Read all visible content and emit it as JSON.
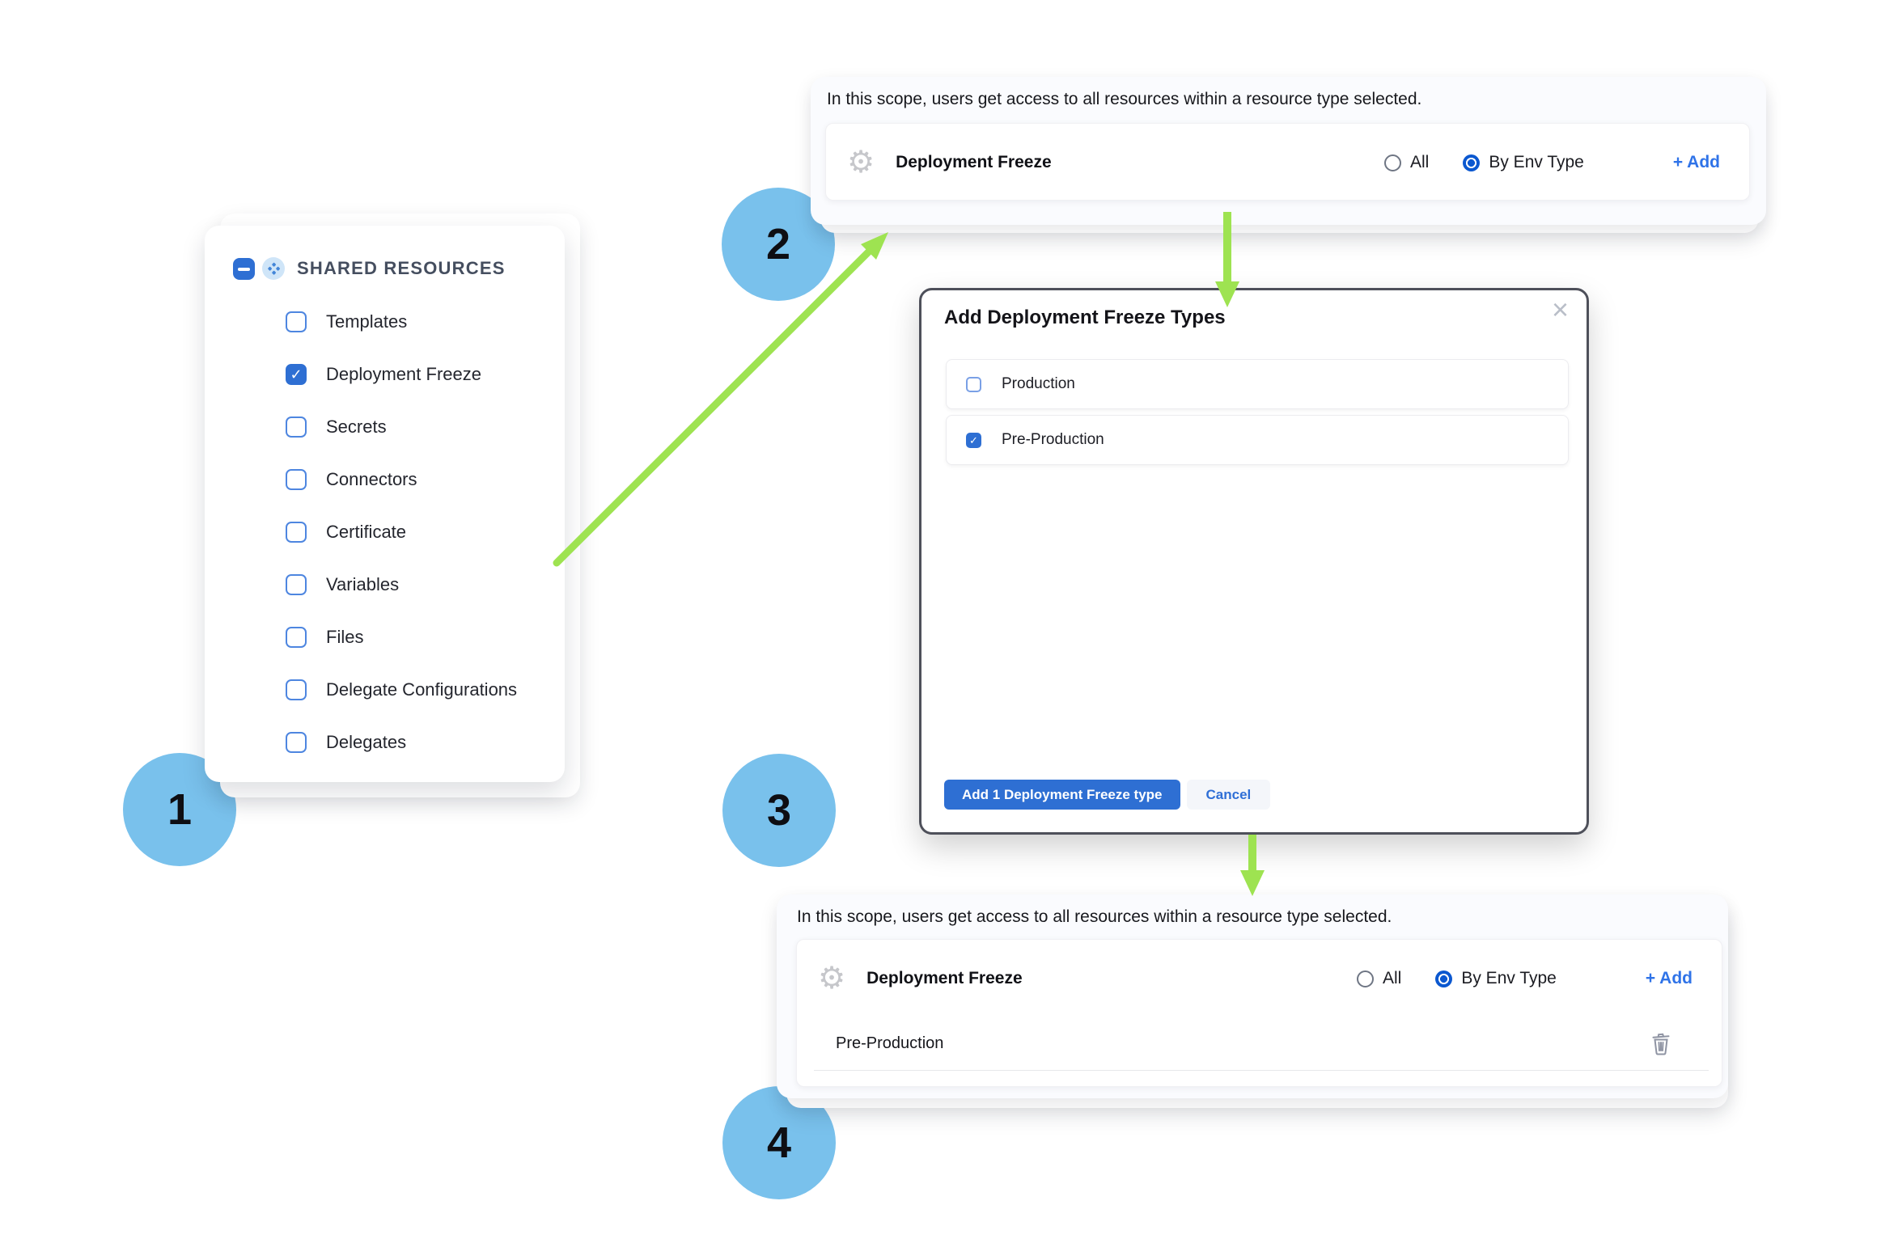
{
  "steps": [
    "1",
    "2",
    "3",
    "4"
  ],
  "resources_panel": {
    "header_label": "SHARED RESOURCES",
    "items": [
      {
        "label": "Templates",
        "checked": false
      },
      {
        "label": "Deployment Freeze",
        "checked": true
      },
      {
        "label": "Secrets",
        "checked": false
      },
      {
        "label": "Connectors",
        "checked": false
      },
      {
        "label": "Certificate",
        "checked": false
      },
      {
        "label": "Variables",
        "checked": false
      },
      {
        "label": "Files",
        "checked": false
      },
      {
        "label": "Delegate Configurations",
        "checked": false
      },
      {
        "label": "Delegates",
        "checked": false
      }
    ]
  },
  "scope_panel": {
    "description": "In this scope, users get access to all resources within a resource type selected.",
    "resource_row": {
      "title": "Deployment Freeze",
      "radio_all_label": "All",
      "radio_by_env_label": "By Env Type",
      "selected_option": "By Env Type",
      "add_label": "+ Add"
    },
    "selected_env_row": {
      "label": "Pre-Production"
    }
  },
  "modal": {
    "title": "Add Deployment Freeze Types",
    "options": [
      {
        "label": "Production",
        "checked": false
      },
      {
        "label": "Pre-Production",
        "checked": true
      }
    ],
    "primary_button_label": "Add 1 Deployment Freeze type",
    "cancel_button_label": "Cancel"
  },
  "icons": {
    "gear": "⚙",
    "close": "×",
    "check": "✓"
  },
  "colors": {
    "accent_blue": "#2E6FD3",
    "radio_selected_blue": "#0B58D0",
    "link_blue": "#2F73E8",
    "step_circle_blue": "#79C1EC",
    "arrow_green": "#9EE351",
    "modal_border": "#4E505A",
    "panel_background": "#FAFBFE"
  }
}
